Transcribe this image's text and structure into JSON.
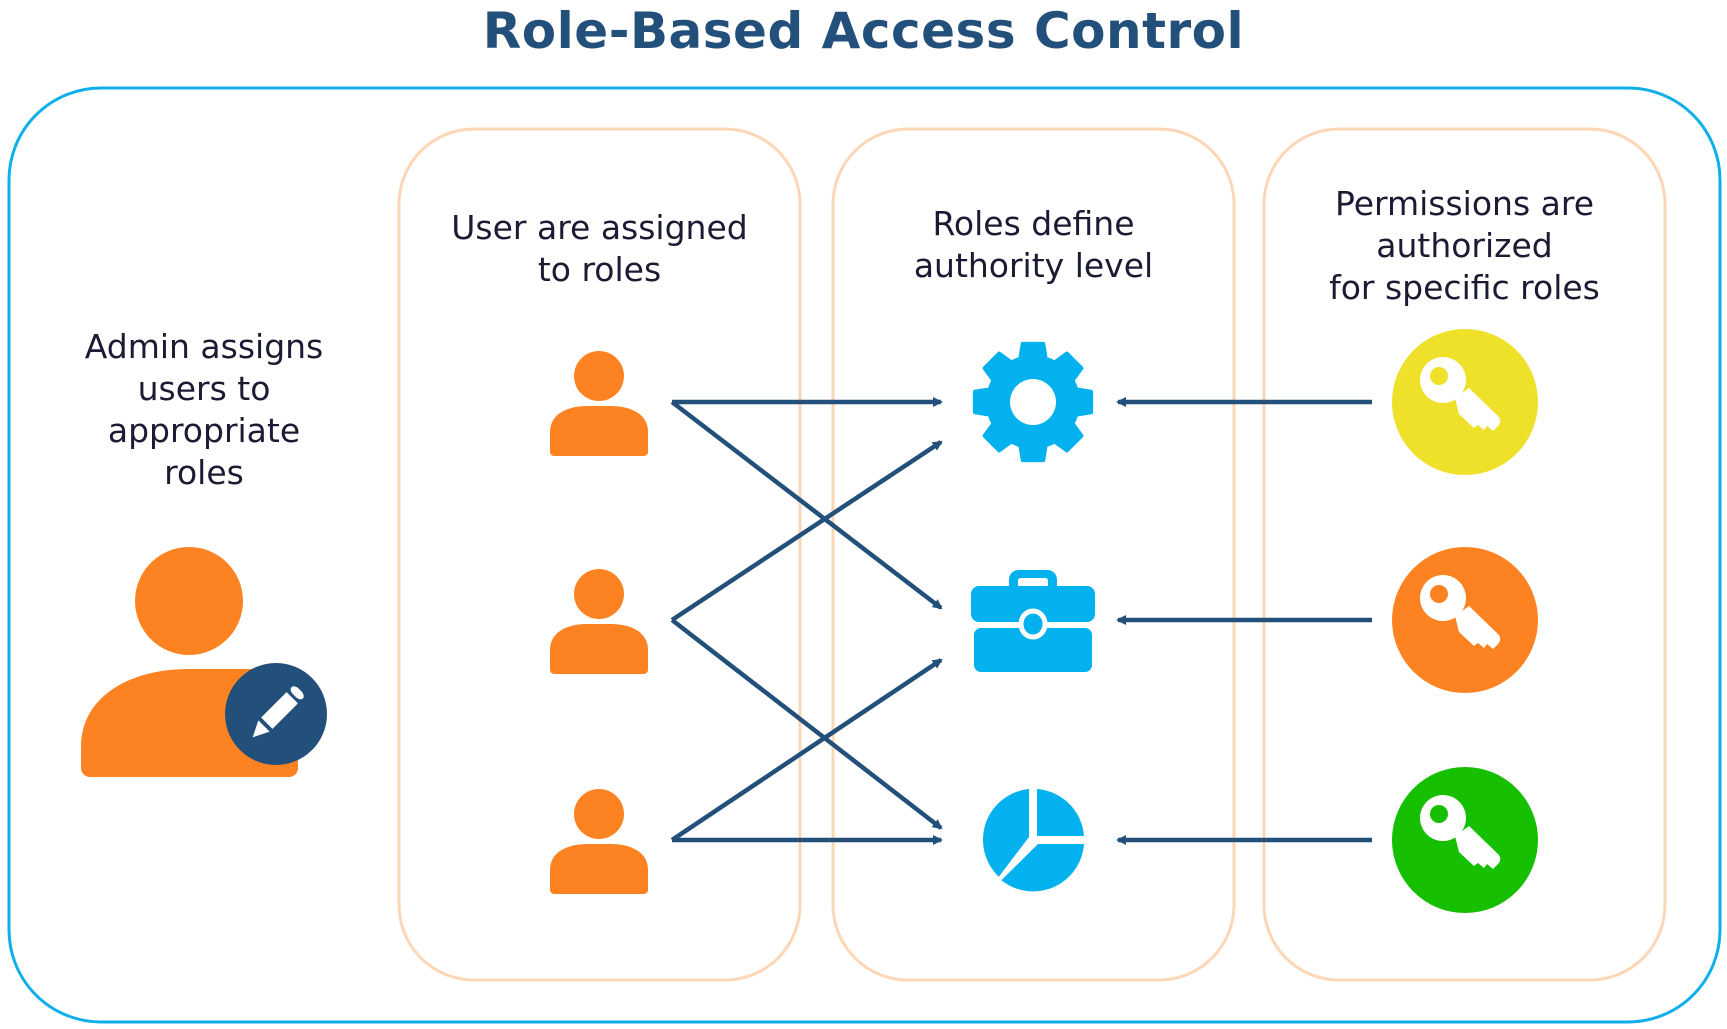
{
  "title": "Role-Based Access Control",
  "colors": {
    "title": "#22507a",
    "outer_border": "#0fb0ea",
    "panel_border": "#fdd6b5",
    "user_orange": "#fd8322",
    "arrow": "#22507a",
    "role_blue": "#02b1ee",
    "badge_navy": "#22507a",
    "key_yellow": "#efe02a",
    "key_orange": "#fd8322",
    "key_green": "#16bf00",
    "text": "#1b1b33"
  },
  "admin": {
    "label_lines": [
      "Admin assigns",
      "users to",
      "appropriate",
      "roles"
    ],
    "icon": "admin-user-edit-icon"
  },
  "panels": [
    {
      "id": "users",
      "label_lines": [
        "User are assigned",
        "to roles"
      ],
      "items": [
        {
          "icon": "user-icon"
        },
        {
          "icon": "user-icon"
        },
        {
          "icon": "user-icon"
        }
      ]
    },
    {
      "id": "roles",
      "label_lines": [
        "Roles define",
        "authority level"
      ],
      "items": [
        {
          "icon": "gear-icon"
        },
        {
          "icon": "briefcase-icon"
        },
        {
          "icon": "pie-chart-icon"
        }
      ]
    },
    {
      "id": "permissions",
      "label_lines": [
        "Permissions are",
        "authorized",
        "for specific roles"
      ],
      "items": [
        {
          "icon": "key-icon",
          "color": "#efe02a"
        },
        {
          "icon": "key-icon",
          "color": "#fd8322"
        },
        {
          "icon": "key-icon",
          "color": "#16bf00"
        }
      ]
    }
  ],
  "user_to_role_links": [
    {
      "from": 0,
      "to": 0
    },
    {
      "from": 0,
      "to": 1
    },
    {
      "from": 1,
      "to": 0
    },
    {
      "from": 1,
      "to": 2
    },
    {
      "from": 2,
      "to": 1
    },
    {
      "from": 2,
      "to": 2
    }
  ],
  "permission_to_role_links": [
    {
      "from": 0,
      "to": 0
    },
    {
      "from": 1,
      "to": 1
    },
    {
      "from": 2,
      "to": 2
    }
  ]
}
